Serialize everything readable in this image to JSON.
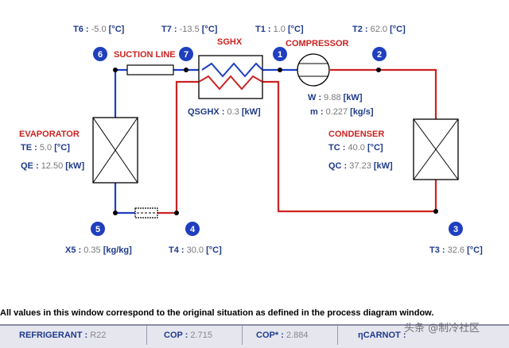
{
  "labels": {
    "suction_line": "SUCTION LINE",
    "sghx": "SGHX",
    "compressor": "COMPRESSOR",
    "evaporator": "EVAPORATOR",
    "condenser": "CONDENSER"
  },
  "nodes": [
    "1",
    "2",
    "3",
    "4",
    "5",
    "6",
    "7"
  ],
  "temps": {
    "t6": {
      "label": "T6 :",
      "value": "-5.0",
      "unit": "[°C]"
    },
    "t7": {
      "label": "T7 :",
      "value": "-13.5",
      "unit": "[°C]"
    },
    "t1": {
      "label": "T1 :",
      "value": "1.0",
      "unit": "[°C]"
    },
    "t2": {
      "label": "T2 :",
      "value": "62.0",
      "unit": "[°C]"
    },
    "t3": {
      "label": "T3 :",
      "value": "32.6",
      "unit": "[°C]"
    },
    "t4": {
      "label": "T4 :",
      "value": "30.0",
      "unit": "[°C]"
    }
  },
  "qsghx": {
    "label": "QSGHX :",
    "value": "0.3",
    "unit": "[kW]"
  },
  "w": {
    "label": "W :",
    "value": "9.88",
    "unit": "[kW]"
  },
  "m": {
    "label": "m :",
    "value": "0.227",
    "unit": "[kg/s]"
  },
  "te": {
    "label": "TE :",
    "value": "5.0",
    "unit": "[°C]"
  },
  "qe": {
    "label": "QE :",
    "value": "12.50",
    "unit": "[kW]"
  },
  "tc": {
    "label": "TC :",
    "value": "40.0",
    "unit": "[°C]"
  },
  "qc": {
    "label": "QC :",
    "value": "37.23",
    "unit": "[kW]"
  },
  "x5": {
    "label": "X5 :",
    "value": "0.35",
    "unit": "[kg/kg]"
  },
  "note": "All values in this window correspond to the original situation as defined in the process diagram window.",
  "bottom": {
    "refrigerant_label": "REFRIGERANT :",
    "refrigerant_value": "R22",
    "cop_label": "COP :",
    "cop_value": "2.715",
    "copstar_label": "COP* :",
    "copstar_value": "2.884",
    "carnot_label": "ηCARNOT :"
  },
  "watermark": "头条 @制冷社区",
  "colors": {
    "suction": "#1f3fbf",
    "discharge": "#cc2222",
    "node": "#1f3fbf",
    "text": "#1e3a8a"
  }
}
